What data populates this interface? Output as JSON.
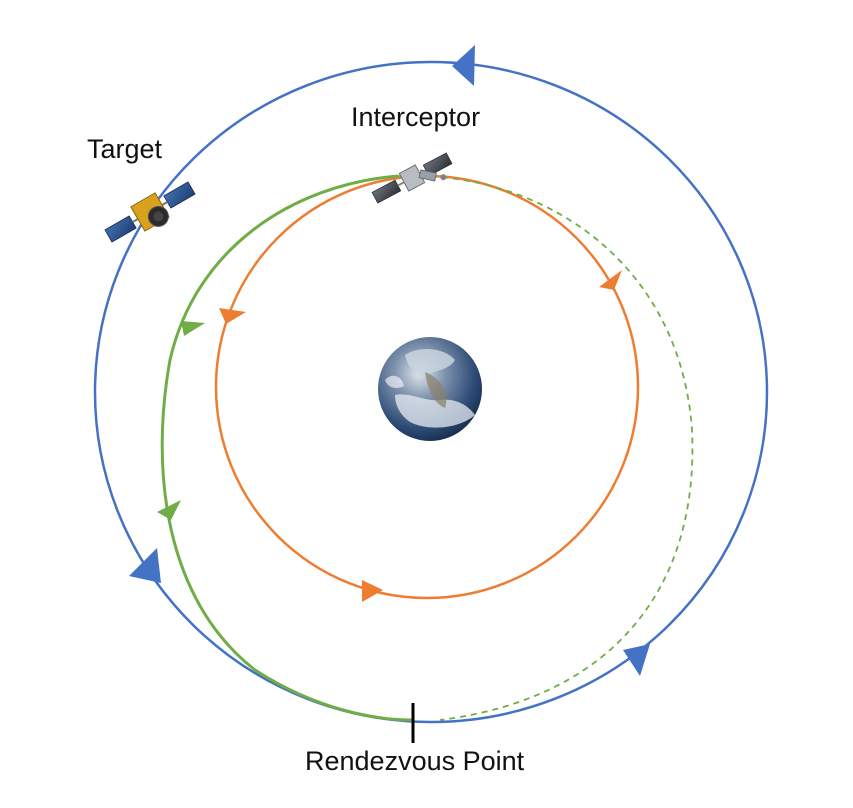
{
  "labels": {
    "target": "Target",
    "interceptor": "Interceptor",
    "rendezvous": "Rendezvous Point"
  },
  "colors": {
    "target_orbit": "#4472C4",
    "interceptor_orbit": "#ED7D31",
    "transfer_orbit": "#70AD47",
    "marker": "#000000"
  },
  "icons": {
    "earth": "earth-icon",
    "target": "satellite-icon",
    "interceptor": "satellite-icon"
  }
}
